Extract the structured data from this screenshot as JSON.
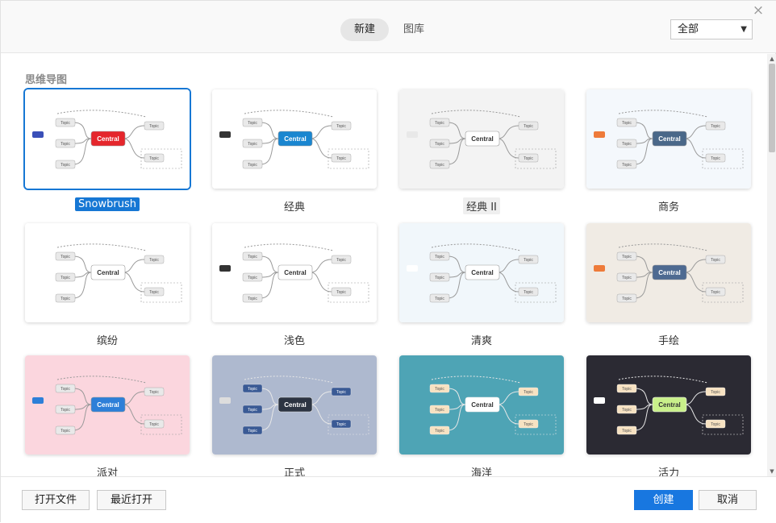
{
  "header": {
    "tabs": [
      {
        "label": "新建",
        "active": true
      },
      {
        "label": "图库",
        "active": false
      }
    ],
    "filter": {
      "selected": "全部"
    },
    "close_icon": "close-icon"
  },
  "section": {
    "title": "思维导图"
  },
  "templates": [
    {
      "name": "Snowbrush",
      "selected": true,
      "bg": "#ffffff",
      "central_color": "#e5262c",
      "accent": "#3a4fb8"
    },
    {
      "name": "经典",
      "selected": false,
      "bg": "#ffffff",
      "central_color": "#1a86d0",
      "accent": "#333333"
    },
    {
      "name": "经典 II",
      "selected": false,
      "bg": "#f3f3f3",
      "central_color": "#ffffff",
      "accent": "#e8e8e8",
      "hover": true
    },
    {
      "name": "商务",
      "selected": false,
      "bg": "#f4f8fc",
      "central_color": "#4a6889",
      "accent": "#ee7b3a"
    },
    {
      "name": "缤纷",
      "selected": false,
      "bg": "#ffffff",
      "central_color": "#ffffff",
      "accent": "#ffffff"
    },
    {
      "name": "浅色",
      "selected": false,
      "bg": "#ffffff",
      "central_color": "#ffffff",
      "accent": "#333333"
    },
    {
      "name": "清爽",
      "selected": false,
      "bg": "#f1f7fb",
      "central_color": "#ffffff",
      "accent": "#ffffff"
    },
    {
      "name": "手绘",
      "selected": false,
      "bg": "#f0ebe4",
      "central_color": "#4e6a91",
      "accent": "#ee7b3a"
    },
    {
      "name": "派对",
      "selected": false,
      "bg": "#fbd6de",
      "central_color": "#2d7fd8",
      "accent": "#2d7fd8"
    },
    {
      "name": "正式",
      "selected": false,
      "bg": "#aeb9cf",
      "central_color": "#2c3442",
      "accent": "#dddddd"
    },
    {
      "name": "海洋",
      "selected": false,
      "bg": "#4ea4b5",
      "central_color": "#ffffff",
      "accent": "#4ea4b5"
    },
    {
      "name": "活力",
      "selected": false,
      "bg": "#2b2a33",
      "central_color": "#c9f08a",
      "accent": "#ffffff"
    }
  ],
  "node_text": {
    "central": "Central",
    "topic": "Topic"
  },
  "footer": {
    "open_file": "打开文件",
    "recent": "最近打开",
    "create": "创建",
    "cancel": "取消"
  }
}
